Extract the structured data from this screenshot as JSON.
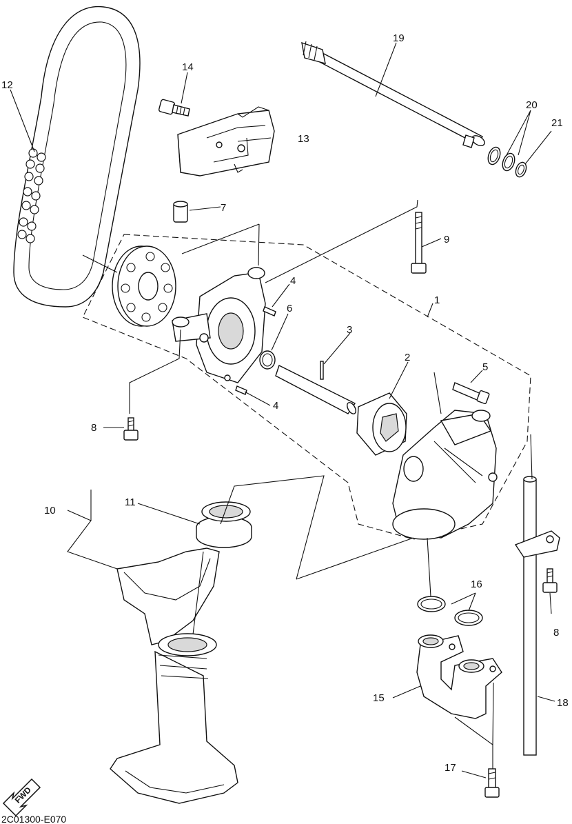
{
  "diagram": {
    "callouts": {
      "c1": "1",
      "c2": "2",
      "c3": "3",
      "c4a": "4",
      "c4b": "4",
      "c5": "5",
      "c6": "6",
      "c7": "7",
      "c8a": "8",
      "c8b": "8",
      "c9": "9",
      "c10": "10",
      "c11": "11",
      "c12": "12",
      "c13": "13",
      "c14": "14",
      "c15": "15",
      "c16": "16",
      "c17": "17",
      "c18": "18",
      "c19": "19",
      "c20": "20",
      "c21": "21"
    },
    "fwd_label": "FWD",
    "drawing_code": "2C01300-E070"
  }
}
